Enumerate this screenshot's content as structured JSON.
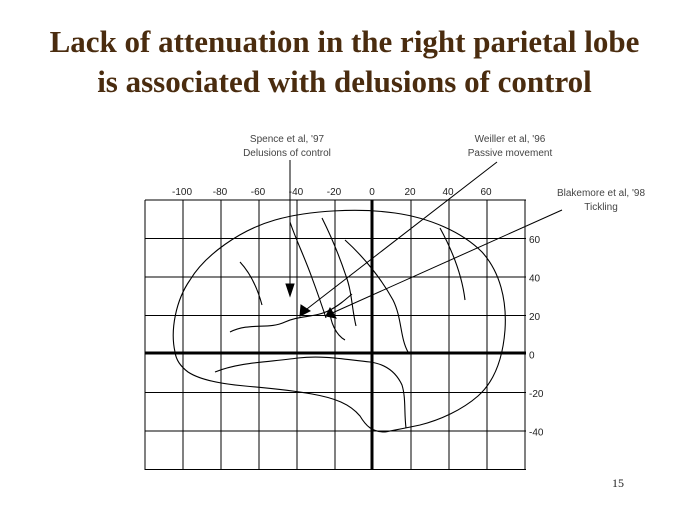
{
  "slide": {
    "title_line1": "Lack of attenuation in the right parietal lobe",
    "title_line2": "is associated with delusions of control",
    "page_number": "15"
  },
  "colors": {
    "title": "#4a2c0f",
    "lines": "#000000",
    "annotation_text": "#444444"
  },
  "annotations": [
    {
      "author": "Spence et al, '97",
      "label": "Delusions of control"
    },
    {
      "author": "Weiller et al, '96",
      "label": "Passive movement"
    },
    {
      "author": "Blakemore et al, '98",
      "label": "Tickling"
    }
  ],
  "axes": {
    "x_ticks": [
      "-100",
      "-80",
      "-60",
      "-40",
      "-20",
      "0",
      "20",
      "40",
      "60"
    ],
    "y_ticks": [
      "60",
      "40",
      "20",
      "0",
      "-20",
      "-40"
    ]
  }
}
